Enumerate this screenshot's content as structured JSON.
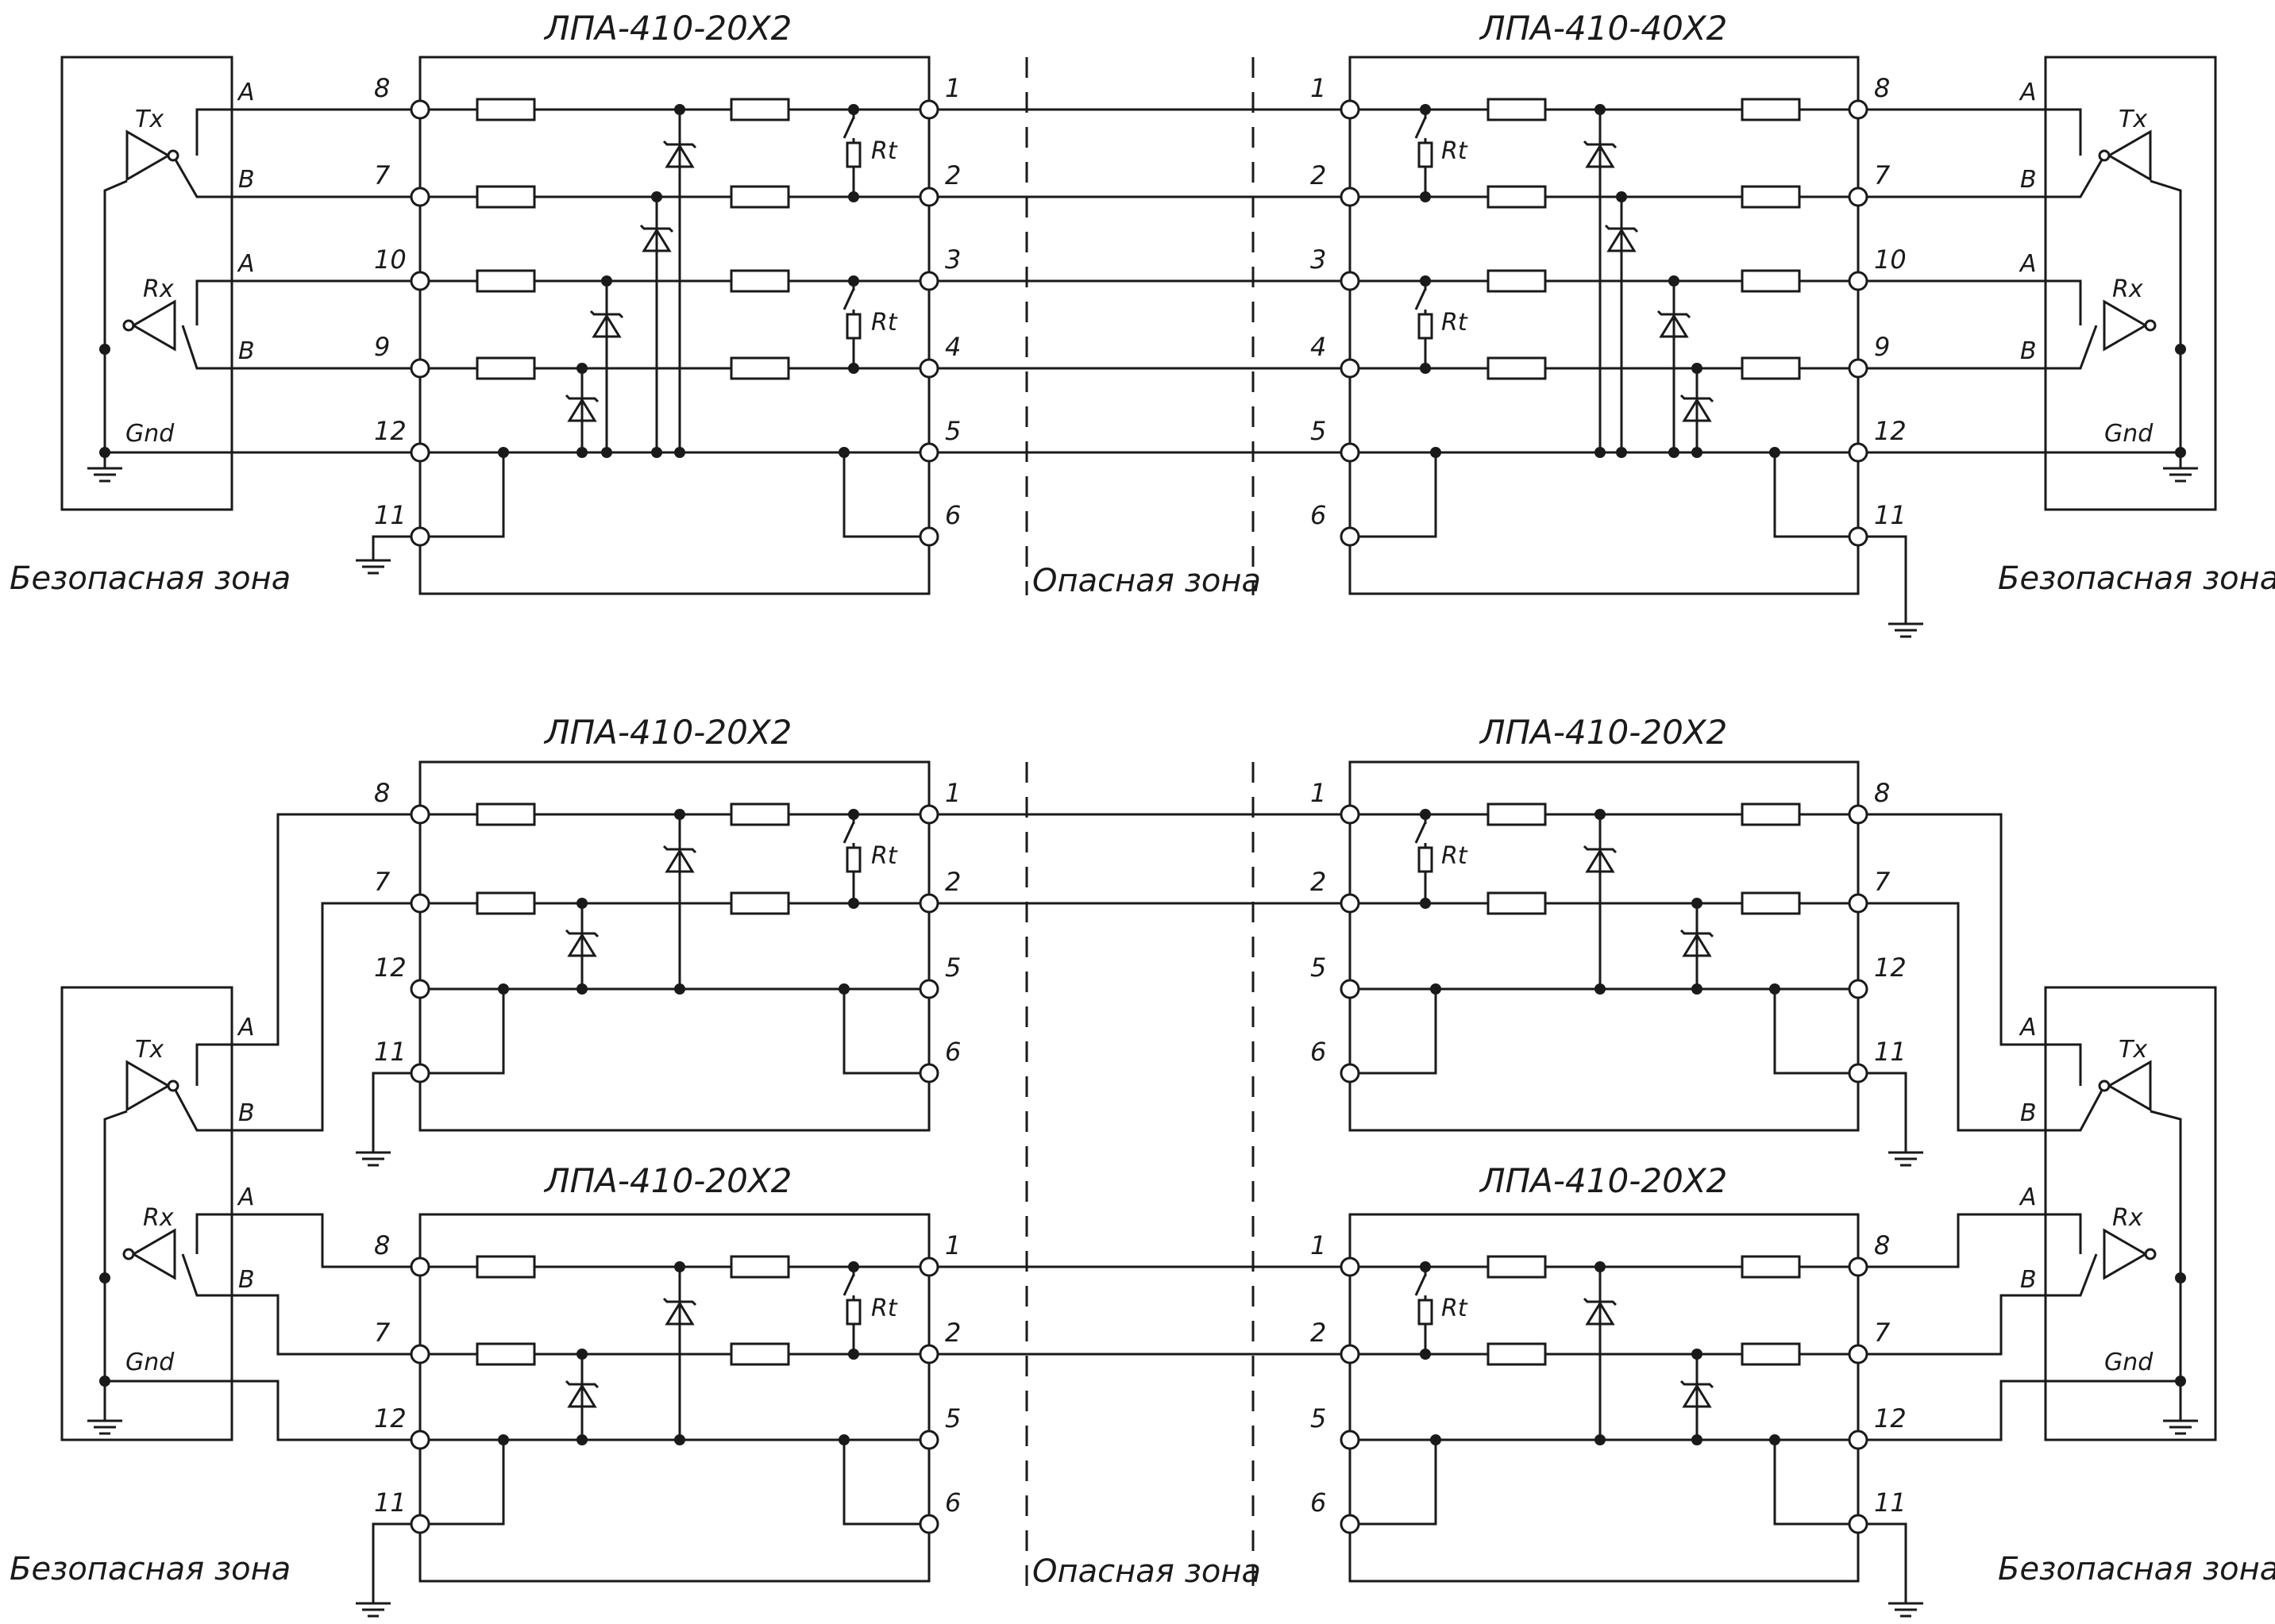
{
  "top": {
    "left_barrier_title": "ЛПА-410-20Х2",
    "right_barrier_title": "ЛПА-410-40Х2",
    "left_zone_label": "Безопасная зона",
    "right_zone_label": "Безопасная зона",
    "hazard_zone_label": "Опасная зона",
    "left_pins": [
      "8",
      "7",
      "10",
      "9",
      "12",
      "11"
    ],
    "left_field_pins": [
      "1",
      "2",
      "3",
      "4",
      "5",
      "6"
    ],
    "right_field_pins": [
      "1",
      "2",
      "3",
      "4",
      "5",
      "6"
    ],
    "right_pins": [
      "8",
      "7",
      "10",
      "9",
      "12",
      "11"
    ],
    "tx_label": "Tx",
    "rx_label": "Rx",
    "gnd_label": "Gnd",
    "line_a": "A",
    "line_b": "B",
    "rt_label": "Rt"
  },
  "bottom": {
    "upper_left_title": "ЛПА-410-20Х2",
    "upper_right_title": "ЛПА-410-20Х2",
    "lower_left_title": "ЛПА-410-20Х2",
    "lower_right_title": "ЛПА-410-20Х2",
    "left_zone_label": "Безопасная зона",
    "right_zone_label": "Безопасная зона",
    "hazard_zone_label": "Опасная зона",
    "safe_pins": [
      "8",
      "7",
      "12",
      "11"
    ],
    "field_pins": [
      "1",
      "2",
      "5",
      "6"
    ],
    "tx_label": "Tx",
    "rx_label": "Rx",
    "gnd_label": "Gnd",
    "line_a": "A",
    "line_b": "B",
    "rt_label": "Rt"
  },
  "icons": [
    "transmitter-icon",
    "receiver-icon",
    "ground-icon",
    "resistor-icon",
    "zener-diode-icon",
    "switch-icon",
    "terminal-icon"
  ]
}
